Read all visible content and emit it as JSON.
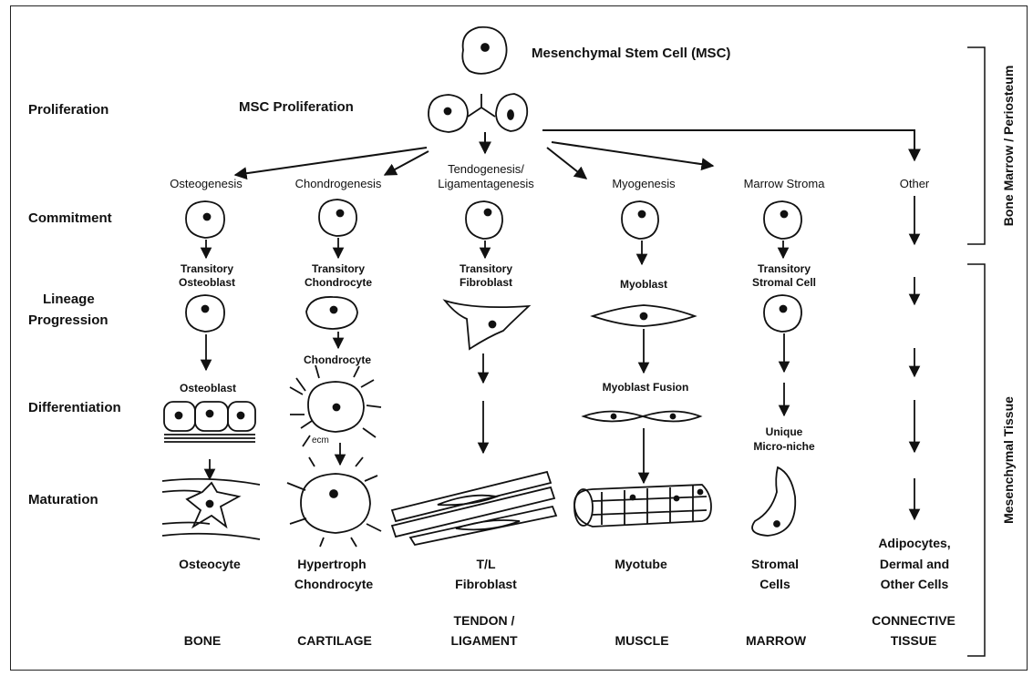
{
  "msc_title": "Mesenchymal Stem Cell (MSC)",
  "msc_proliferation": "MSC Proliferation",
  "stages": {
    "proliferation": "Proliferation",
    "commitment": "Commitment",
    "lineage_1": "Lineage",
    "lineage_2": "Progression",
    "differentiation": "Differentiation",
    "maturation": "Maturation"
  },
  "pathways": {
    "osteogenesis": "Osteogenesis",
    "chondrogenesis": "Chondrogenesis",
    "tendo_1": "Tendogenesis/",
    "tendo_2": "Ligamentagenesis",
    "myogenesis": "Myogenesis",
    "marrow_stroma": "Marrow Stroma",
    "other": "Other"
  },
  "intermediates": {
    "t_osteo_1": "Transitory",
    "t_osteo_2": "Osteoblast",
    "t_chondro_1": "Transitory",
    "t_chondro_2": "Chondrocyte",
    "t_fibro_1": "Transitory",
    "t_fibro_2": "Fibroblast",
    "myoblast": "Myoblast",
    "t_stromal_1": "Transitory",
    "t_stromal_2": "Stromal Cell",
    "chondrocyte": "Chondrocyte",
    "osteoblast": "Osteoblast",
    "myoblast_fusion": "Myoblast Fusion",
    "unique_1": "Unique",
    "unique_2": "Micro-niche",
    "ecm": "ecm"
  },
  "final_cells": {
    "osteocyte": "Osteocyte",
    "hyper_1": "Hypertroph",
    "hyper_2": "Chondrocyte",
    "tl_1": "T/L",
    "tl_2": "Fibroblast",
    "myotube": "Myotube",
    "stromal_1": "Stromal",
    "stromal_2": "Cells",
    "adipo_1": "Adipocytes,",
    "adipo_2": "Dermal and",
    "adipo_3": "Other Cells"
  },
  "tissues": {
    "bone": "BONE",
    "cartilage": "CARTILAGE",
    "tendon_1": "TENDON /",
    "tendon_2": "LIGAMENT",
    "muscle": "MUSCLE",
    "marrow": "MARROW",
    "connective_1": "CONNECTIVE",
    "connective_2": "TISSUE"
  },
  "side_labels": {
    "bone_marrow": "Bone Marrow / Periosteum",
    "mesenchymal_tissue": "Mesenchymal Tissue"
  }
}
